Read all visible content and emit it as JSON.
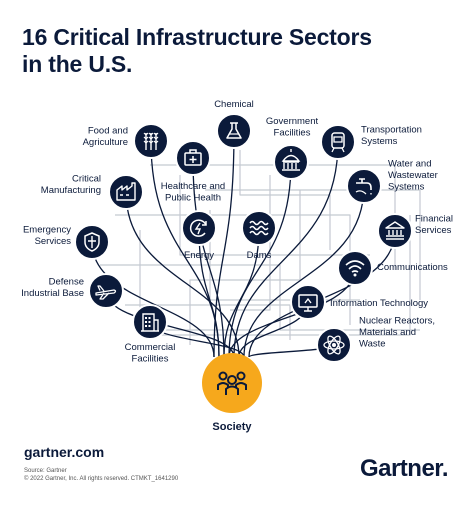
{
  "title": {
    "line1": "16 Critical Infrastructure Sectors",
    "line2": "in the U.S."
  },
  "center": {
    "label": "Society",
    "icon": "people-icon",
    "color": "#f6a81c"
  },
  "node_color": "#0b1a3a",
  "line_color": "#c4c9d1",
  "sectors": [
    {
      "id": "chemical",
      "label_lines": [
        "Chemical"
      ],
      "icon": "flask-icon"
    },
    {
      "id": "food-agriculture",
      "label_lines": [
        "Food and",
        "Agriculture"
      ],
      "icon": "wheat-icon"
    },
    {
      "id": "healthcare",
      "label_lines": [
        "Healthcare and",
        "Public Health"
      ],
      "icon": "medical-kit-icon"
    },
    {
      "id": "government-facilities",
      "label_lines": [
        "Government",
        "Facilities"
      ],
      "icon": "capitol-icon"
    },
    {
      "id": "transportation",
      "label_lines": [
        "Transportation",
        "Systems"
      ],
      "icon": "train-icon"
    },
    {
      "id": "critical-manufacturing",
      "label_lines": [
        "Critical",
        "Manufacturing"
      ],
      "icon": "factory-icon"
    },
    {
      "id": "water",
      "label_lines": [
        "Water and",
        "Wastewater",
        "Systems"
      ],
      "icon": "faucet-icon"
    },
    {
      "id": "financial",
      "label_lines": [
        "Financial",
        "Services"
      ],
      "icon": "bank-icon"
    },
    {
      "id": "emergency",
      "label_lines": [
        "Emergency",
        "Services"
      ],
      "icon": "shield-icon"
    },
    {
      "id": "energy",
      "label_lines": [
        "Energy"
      ],
      "icon": "energy-icon"
    },
    {
      "id": "dams",
      "label_lines": [
        "Dams"
      ],
      "icon": "waves-icon"
    },
    {
      "id": "communications",
      "label_lines": [
        "Communications"
      ],
      "icon": "wifi-icon"
    },
    {
      "id": "defense",
      "label_lines": [
        "Defense",
        "Industrial Base"
      ],
      "icon": "jet-icon"
    },
    {
      "id": "information-technology",
      "label_lines": [
        "Information Technology"
      ],
      "icon": "monitor-icon"
    },
    {
      "id": "commercial",
      "label_lines": [
        "Commercial",
        "Facilities"
      ],
      "icon": "building-icon"
    },
    {
      "id": "nuclear",
      "label_lines": [
        "Nuclear Reactors,",
        "Materials and",
        "Waste"
      ],
      "icon": "atom-icon"
    }
  ],
  "footer": {
    "url": "gartner.com",
    "source": "Source: Gartner",
    "copyright": "© 2022 Gartner, Inc. All rights reserved. CTMKT_1641290",
    "brand": "Gartner"
  }
}
